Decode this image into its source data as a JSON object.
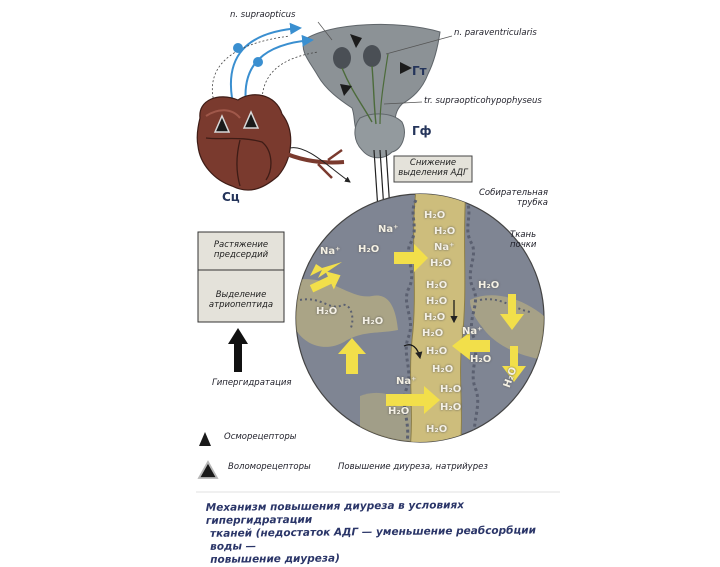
{
  "labels": {
    "supraopticus": "n. supraopticus",
    "paraventricularis": "n. paraventricularis",
    "tract": "tr. supraopticohypophyseus",
    "gt": "Гт",
    "gf": "Гф",
    "sc": "Сц",
    "collecting_tube": "Собирательная трубка",
    "kidney_tissue": "Ткань почки"
  },
  "boxes": {
    "adh_box": "Снижение выделения АДГ",
    "atrial_stretch": "Растяжение предсердий",
    "atriopeptide": "Выделение атриопептида",
    "hyperhydration": "Гипергидратация"
  },
  "legend": {
    "osmoreceptors": "Осморецепторы",
    "volumoreceptors": "Воломорецепторы",
    "diuresis": "Повышение диуреза, натрийурез"
  },
  "chemistry": {
    "water": "H₂O",
    "sodium": "Na⁺"
  },
  "caption": {
    "line1": "Механизм повышения диуреза в условиях гипергидратации",
    "line2": "тканей (недостаток АДГ — уменьшение реабсорбции воды —",
    "line3": "повышение диуреза)"
  },
  "colors": {
    "nerve_blue": "#3a8fd0",
    "heart": "#7a3a2e",
    "hypothalamus": "#8c9296",
    "tissue": "#7f8593",
    "tube": "#cdbd7c",
    "arrow_yellow": "#f2df4a",
    "caption": "#2a3568"
  }
}
